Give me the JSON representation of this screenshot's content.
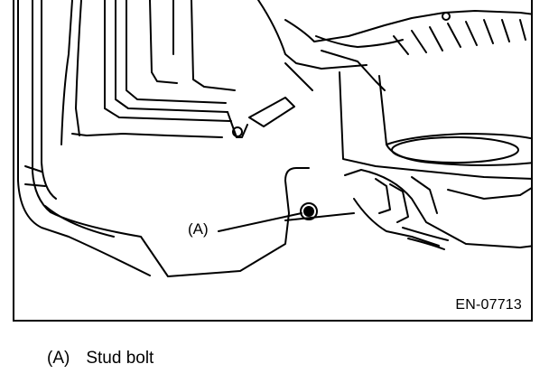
{
  "figure": {
    "callout": "(A)",
    "code": "EN-07713"
  },
  "legend": {
    "items": [
      {
        "key": "(A)",
        "text": "Stud bolt"
      }
    ]
  }
}
